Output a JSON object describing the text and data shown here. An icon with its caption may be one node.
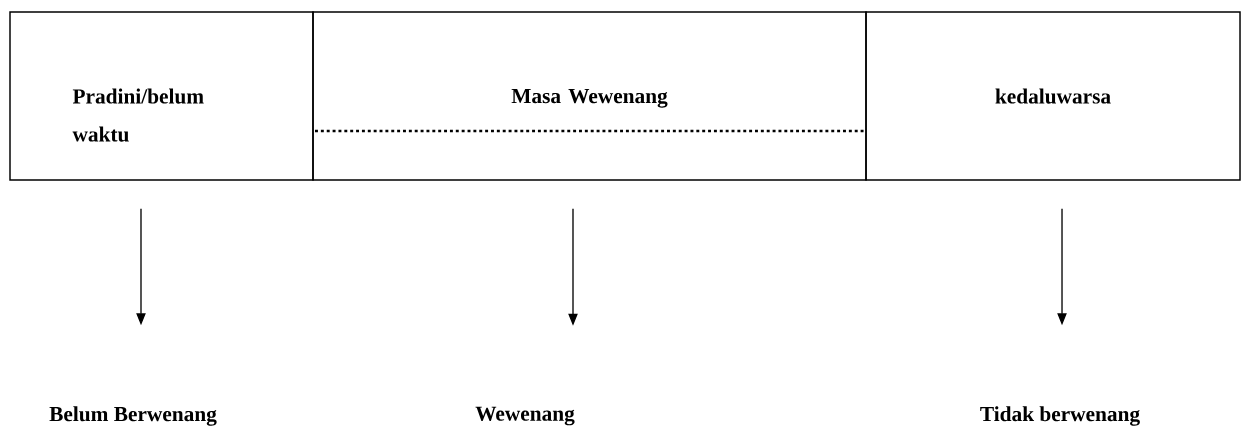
{
  "diagram": {
    "nodes": [
      {
        "text": [
          "Pradini/belum waktu"
        ]
      },
      {
        "text": [
          "Masa Wewenang"
        ]
      },
      {
        "text": [
          "kedaluwarsa"
        ]
      },
      {
        "text": [
          "Belum Berwenang"
        ]
      },
      {
        "text": [
          "Wewenang"
        ]
      },
      {
        "text": [
          "Tidak berwenang"
        ]
      }
    ],
    "edges": [
      {
        "from": 0,
        "to": 3,
        "arrow": "to"
      },
      {
        "from": 1,
        "to": 4,
        "arrow": "to"
      },
      {
        "from": 2,
        "to": 5,
        "arrow": "to"
      }
    ]
  }
}
